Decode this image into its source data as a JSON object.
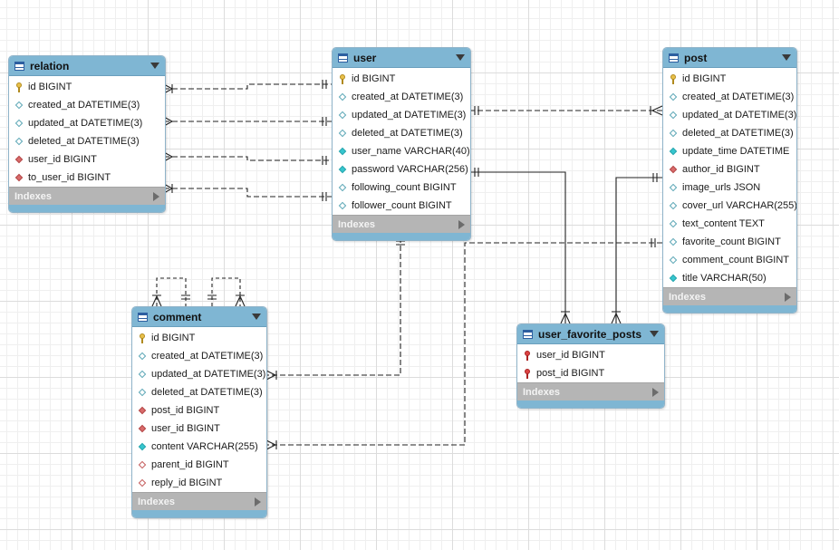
{
  "tables": {
    "relation": {
      "name": "relation",
      "columns": [
        {
          "name": "id BIGINT",
          "icon": "primary-key-icon"
        },
        {
          "name": "created_at DATETIME(3)",
          "icon": "nullable-column-icon"
        },
        {
          "name": "updated_at DATETIME(3)",
          "icon": "nullable-column-icon"
        },
        {
          "name": "deleted_at DATETIME(3)",
          "icon": "nullable-column-icon"
        },
        {
          "name": "user_id BIGINT",
          "icon": "foreign-key-icon"
        },
        {
          "name": "to_user_id BIGINT",
          "icon": "foreign-key-icon"
        }
      ],
      "indexes_label": "Indexes"
    },
    "user": {
      "name": "user",
      "columns": [
        {
          "name": "id BIGINT",
          "icon": "primary-key-icon"
        },
        {
          "name": "created_at DATETIME(3)",
          "icon": "nullable-column-icon"
        },
        {
          "name": "updated_at DATETIME(3)",
          "icon": "nullable-column-icon"
        },
        {
          "name": "deleted_at DATETIME(3)",
          "icon": "nullable-column-icon"
        },
        {
          "name": "user_name VARCHAR(40)",
          "icon": "not-null-column-icon"
        },
        {
          "name": "password VARCHAR(256)",
          "icon": "not-null-column-icon"
        },
        {
          "name": "following_count BIGINT",
          "icon": "nullable-column-icon"
        },
        {
          "name": "follower_count BIGINT",
          "icon": "nullable-column-icon"
        }
      ],
      "indexes_label": "Indexes"
    },
    "post": {
      "name": "post",
      "columns": [
        {
          "name": "id BIGINT",
          "icon": "primary-key-icon"
        },
        {
          "name": "created_at DATETIME(3)",
          "icon": "nullable-column-icon"
        },
        {
          "name": "updated_at DATETIME(3)",
          "icon": "nullable-column-icon"
        },
        {
          "name": "deleted_at DATETIME(3)",
          "icon": "nullable-column-icon"
        },
        {
          "name": "update_time DATETIME",
          "icon": "not-null-column-icon"
        },
        {
          "name": "author_id BIGINT",
          "icon": "foreign-key-icon"
        },
        {
          "name": "image_urls JSON",
          "icon": "nullable-column-icon"
        },
        {
          "name": "cover_url VARCHAR(255)",
          "icon": "nullable-column-icon"
        },
        {
          "name": "text_content TEXT",
          "icon": "nullable-column-icon"
        },
        {
          "name": "favorite_count BIGINT",
          "icon": "nullable-column-icon"
        },
        {
          "name": "comment_count BIGINT",
          "icon": "nullable-column-icon"
        },
        {
          "name": "title VARCHAR(50)",
          "icon": "not-null-column-icon"
        }
      ],
      "indexes_label": "Indexes"
    },
    "comment": {
      "name": "comment",
      "columns": [
        {
          "name": "id BIGINT",
          "icon": "primary-key-icon"
        },
        {
          "name": "created_at DATETIME(3)",
          "icon": "nullable-column-icon"
        },
        {
          "name": "updated_at DATETIME(3)",
          "icon": "nullable-column-icon"
        },
        {
          "name": "deleted_at DATETIME(3)",
          "icon": "nullable-column-icon"
        },
        {
          "name": "post_id BIGINT",
          "icon": "foreign-key-icon"
        },
        {
          "name": "user_id BIGINT",
          "icon": "foreign-key-icon"
        },
        {
          "name": "content VARCHAR(255)",
          "icon": "not-null-column-icon"
        },
        {
          "name": "parent_id BIGINT",
          "icon": "nullable-foreign-key-icon"
        },
        {
          "name": "reply_id BIGINT",
          "icon": "nullable-foreign-key-icon"
        }
      ],
      "indexes_label": "Indexes"
    },
    "user_favorite_posts": {
      "name": "user_favorite_posts",
      "columns": [
        {
          "name": "user_id BIGINT",
          "icon": "primary-foreign-key-icon"
        },
        {
          "name": "post_id BIGINT",
          "icon": "primary-foreign-key-icon"
        }
      ],
      "indexes_label": "Indexes"
    }
  },
  "colors": {
    "header": "#7fb6d3",
    "footer": "#b5b5b5",
    "connector": "#222222"
  }
}
